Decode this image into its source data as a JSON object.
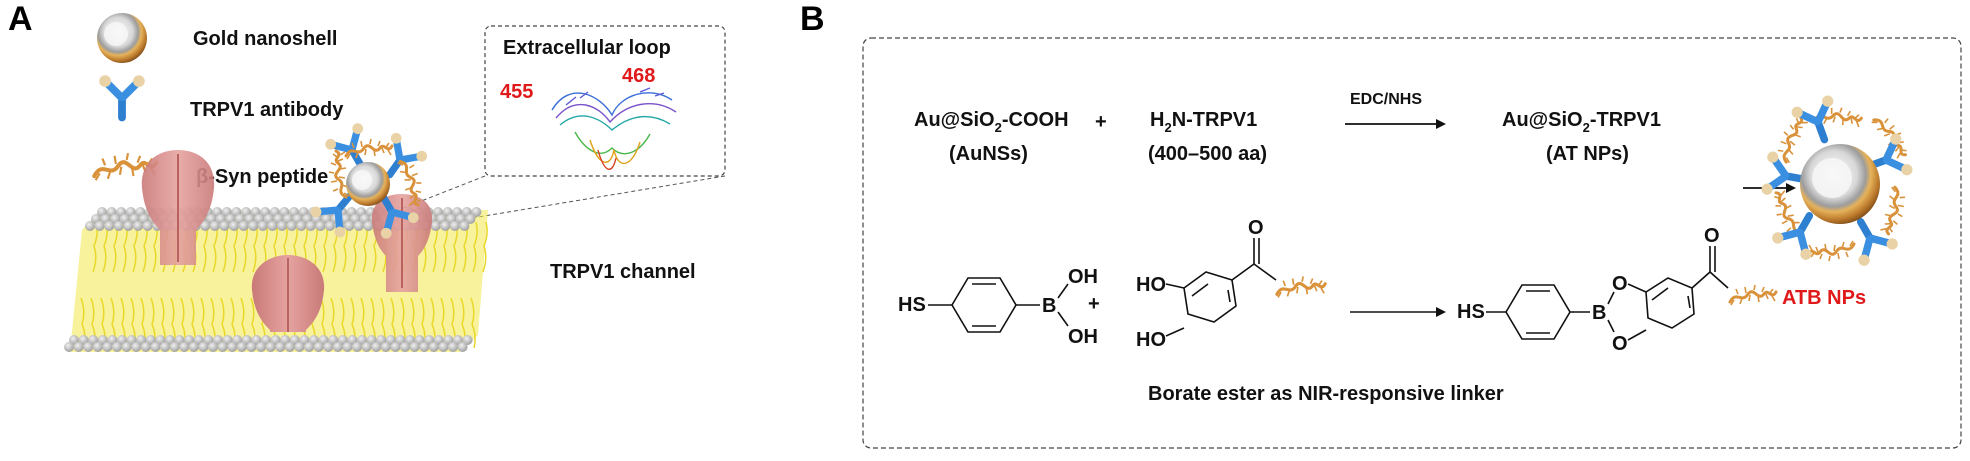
{
  "panel_a": {
    "letter": "A",
    "legend": {
      "nanoshell": "Gold nanoshell",
      "antibody": "TRPV1 antibody",
      "peptide": "β-Syn peptide"
    },
    "inset": {
      "title": "Extracellular loop",
      "residue_start": "455",
      "residue_end": "468"
    },
    "channel_label": "TRPV1 channel"
  },
  "panel_b": {
    "letter": "B",
    "row1": {
      "reactant1_name": "Au@SiO",
      "reactant1_sub": "2",
      "reactant1_tail": "-COOH",
      "reactant1_abbr": "(AuNSs)",
      "plus": "+",
      "reactant2_pre": "H",
      "reactant2_sub": "2",
      "reactant2_name": "N-TRPV1",
      "reactant2_range": "(400–500 aa)",
      "reagent": "EDC/NHS",
      "product_name": "Au@SiO",
      "product_sub": "2",
      "product_tail": "-TRPV1",
      "product_abbr": "(AT NPs)"
    },
    "row2": {
      "hs1": "HS",
      "boron": "B",
      "oh_top": "OH",
      "oh_bottom": "OH",
      "plus": "+",
      "ho_top": "HO",
      "ho_bottom": "HO",
      "ketone_o1": "O",
      "hs2": "HS",
      "ester_o_top": "O",
      "ester_o_bottom": "O",
      "ketone_o2": "O",
      "caption": "Borate ester as NIR-responsive linker"
    },
    "final_product": "ATB NPs"
  },
  "colors": {
    "gold": "#c98a3a",
    "antibody_blue": "#2f7fd1",
    "peptide_orange": "#d9923a",
    "channel_pink": "#d98a88",
    "membrane_yellow": "#f2e84a",
    "membrane_gray": "#bdbdbd",
    "label_red": "#e0191a"
  }
}
